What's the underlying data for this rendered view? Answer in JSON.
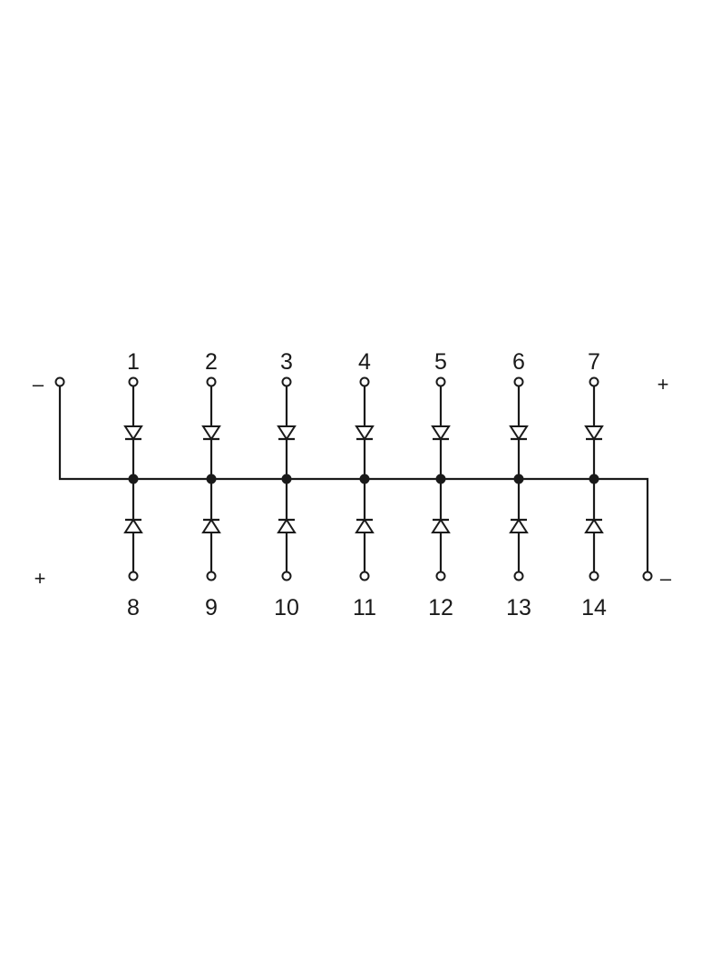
{
  "diagram": {
    "top_pins": [
      "1",
      "2",
      "3",
      "4",
      "5",
      "6",
      "7"
    ],
    "bottom_pins": [
      "8",
      "9",
      "10",
      "11",
      "12",
      "13",
      "14"
    ],
    "polarity": {
      "top_left": "–",
      "top_right": "+",
      "bottom_left": "+",
      "bottom_right": "–"
    }
  }
}
